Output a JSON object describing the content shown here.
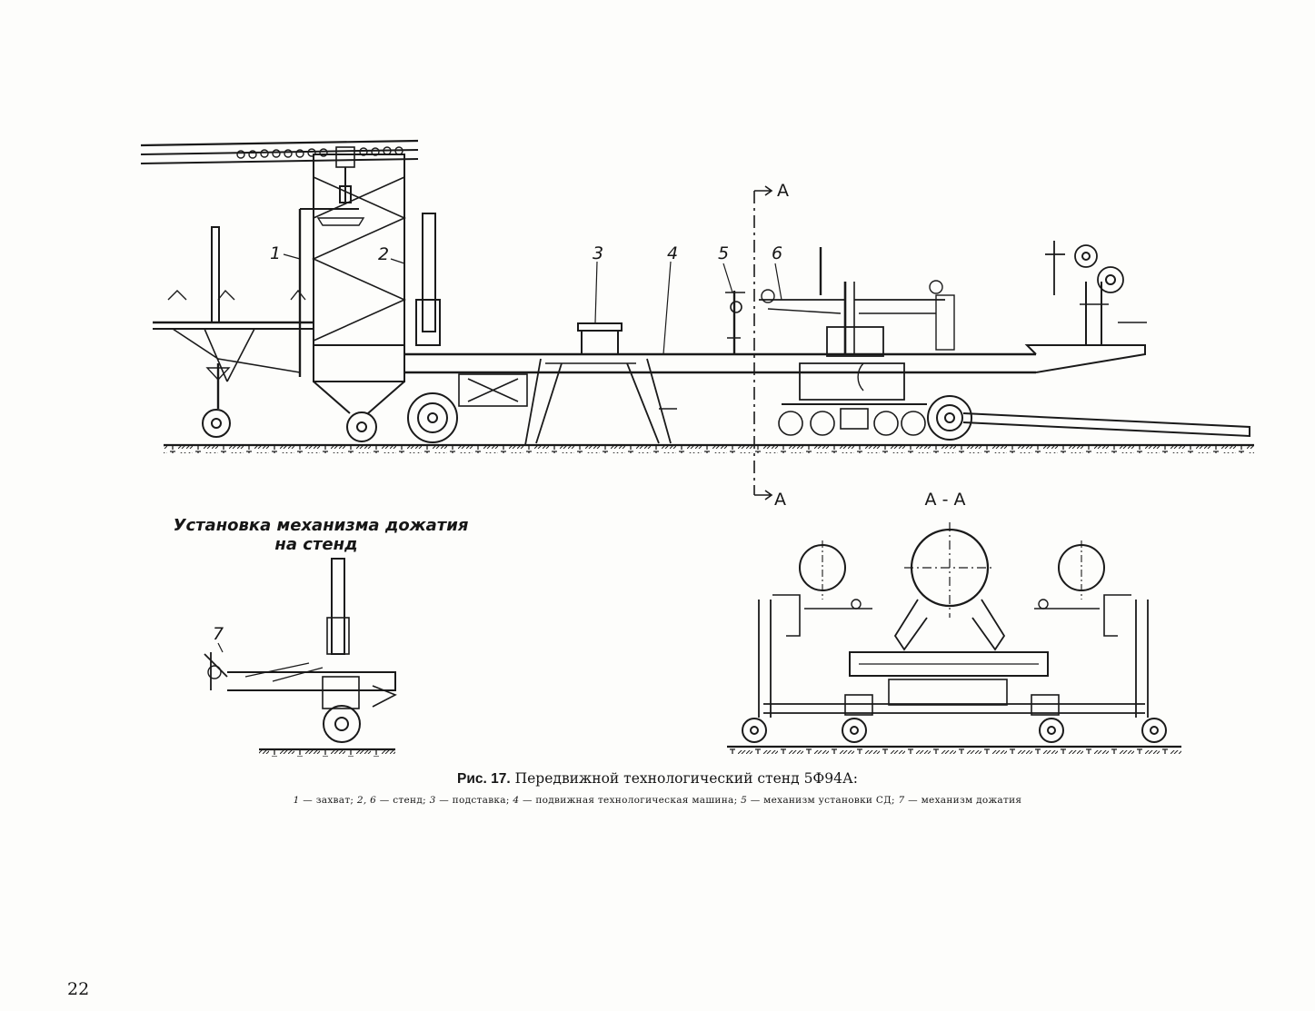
{
  "figure": {
    "main_view": {
      "labels": [
        "1",
        "2",
        "3",
        "4",
        "5",
        "6"
      ],
      "section_marker": "А"
    },
    "inset": {
      "title_line1": "Установка механизма дожатия",
      "title_line2": "на стенд",
      "label": "7"
    },
    "section_view": {
      "title": "А - А"
    }
  },
  "caption": {
    "lead": "Рис. 17.",
    "title": "Передвижной технологический стенд 5Ф94А:",
    "legend": [
      {
        "key": "1",
        "text": "— захват;"
      },
      {
        "key": "2, 6",
        "text": "— стенд;"
      },
      {
        "key": "3",
        "text": "— подставка;"
      },
      {
        "key": "4",
        "text": "— подвижная технологическая машина;"
      },
      {
        "key": "5",
        "text": "— механизм установки СД;"
      },
      {
        "key": "7",
        "text": "— механизм дожатия"
      }
    ]
  },
  "page_number": "22"
}
